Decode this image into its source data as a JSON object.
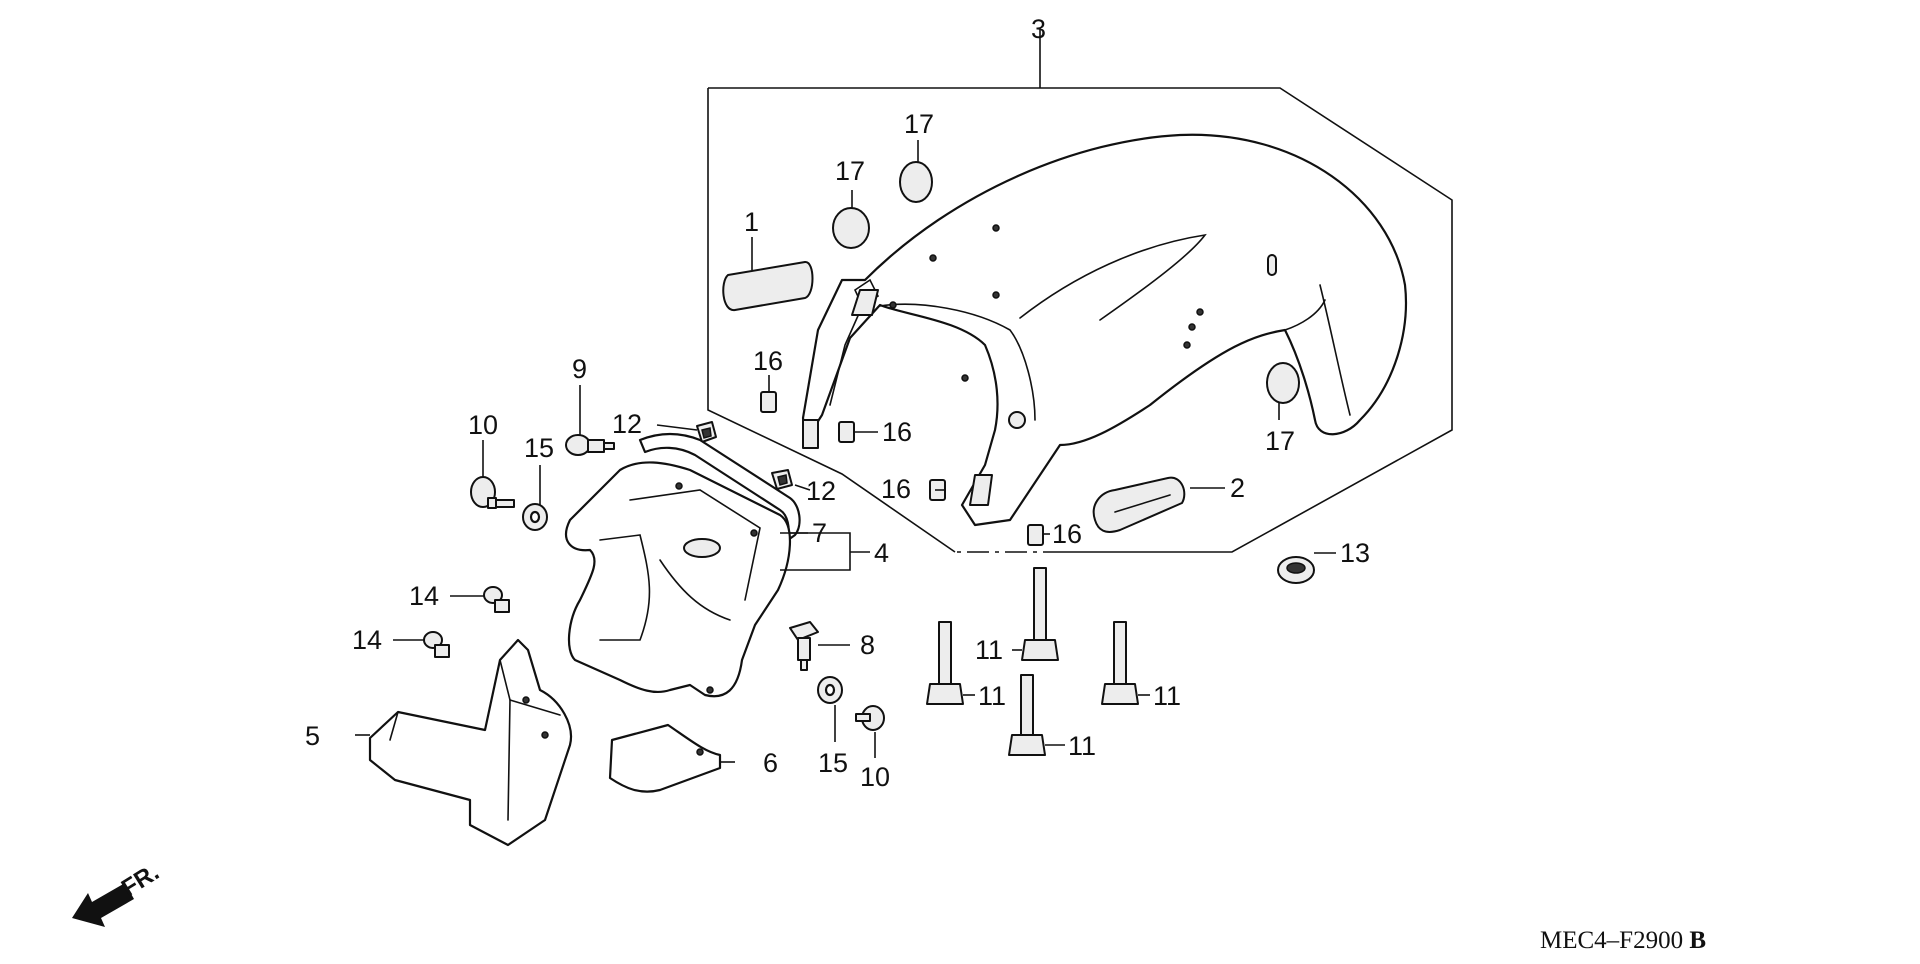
{
  "diagram": {
    "code": "MEC4–F2900",
    "code_suffix": "B",
    "front_label": "FR.",
    "callouts": {
      "c1": "1",
      "c2": "2",
      "c3": "3",
      "c4": "4",
      "c5": "5",
      "c6": "6",
      "c7": "7",
      "c8": "8",
      "c9": "9",
      "c10a": "10",
      "c10b": "10",
      "c11a": "11",
      "c11b": "11",
      "c11c": "11",
      "c11d": "11",
      "c12a": "12",
      "c12b": "12",
      "c13": "13",
      "c14a": "14",
      "c14b": "14",
      "c15a": "15",
      "c15b": "15",
      "c16a": "16",
      "c16b": "16",
      "c16c": "16",
      "c16d": "16",
      "c17a": "17",
      "c17b": "17",
      "c17c": "17"
    }
  }
}
